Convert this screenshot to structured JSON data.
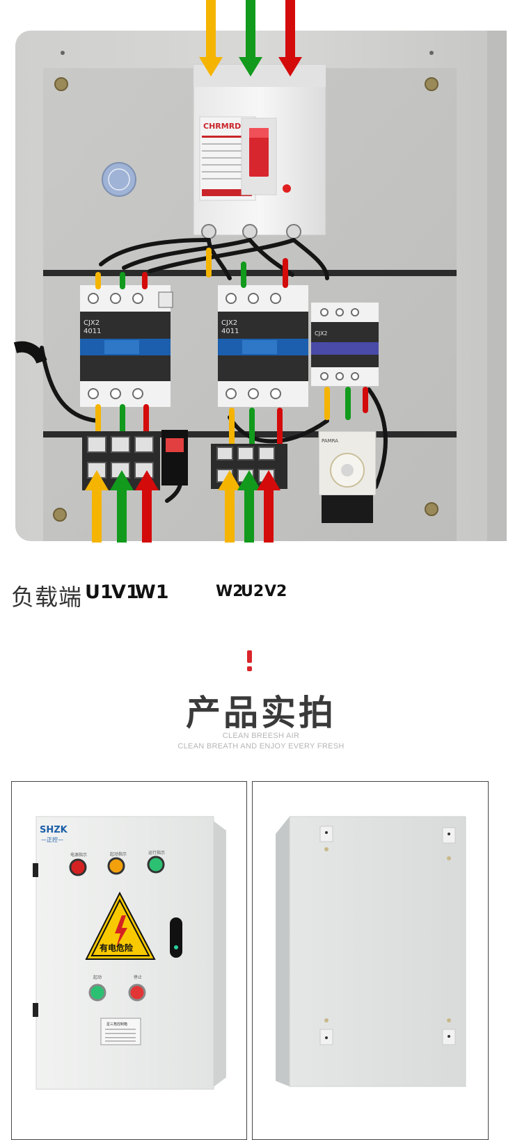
{
  "wiring_photo": {
    "breaker_brand": "CHRMRD",
    "contactor_left_model": "CJX2",
    "contactor_left_code": "4011",
    "contactor_mid_model": "CJX2",
    "contactor_mid_code": "4011",
    "contactor_small_model": "CJX2",
    "timer_brand": "PAMRA"
  },
  "labels": {
    "load_end": "负载端",
    "group_left": [
      "U1",
      "V1",
      "W1"
    ],
    "group_right": [
      "W2",
      "U2",
      "V2"
    ]
  },
  "section": {
    "title": "产品实拍",
    "subtitle_1": "CLEAN BREESH AIR",
    "subtitle_2": "CLEAN BREATH AND ENJOY EVERY FRESH"
  },
  "front_photo": {
    "brand_logo": "SHZK",
    "brand_sub": "—正控—",
    "lamp_labels": [
      "电源指示",
      "起动指示",
      "运行指示"
    ],
    "warning_text": "有电危险",
    "button_labels": [
      "起动",
      "停止"
    ],
    "nameplate_title": "星三角控制箱"
  },
  "colors": {
    "phase_yellow": "#f5b400",
    "phase_green": "#119a1c",
    "phase_red": "#d40b0b",
    "accent_red": "#d9252a",
    "panel_gray": "#cfcfcd",
    "cabinet_white": "#e9ebea"
  }
}
